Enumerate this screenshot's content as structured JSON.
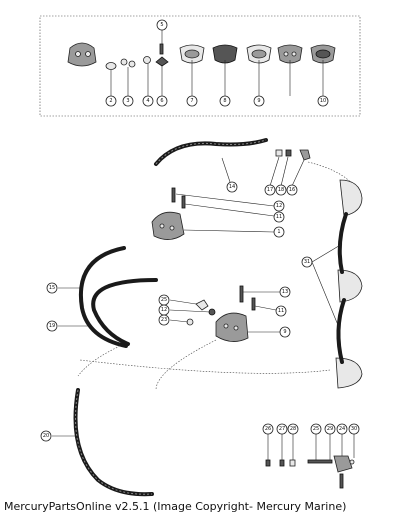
{
  "callouts": {
    "top_1": "5",
    "top_2": "2",
    "top_3": "3",
    "top_4": "4",
    "top_5": "6",
    "top_6": "7",
    "top_7": "8",
    "top_8": "9",
    "top_9": "10",
    "hose_upper": "14",
    "fit_a": "17",
    "fit_b": "18",
    "fit_c": "16",
    "screw_12": "12",
    "screw_11": "11",
    "body_1": "1",
    "hose_31": "31",
    "hose_15": "15",
    "hose_19": "19",
    "c25": "25",
    "c12": "12",
    "c23": "23",
    "r13": "13",
    "r11": "11",
    "body_9": "9",
    "hose_20": "20",
    "b26": "26",
    "b27": "27",
    "b28": "28",
    "b25": "25",
    "b29": "29",
    "b24": "24",
    "b30": "30"
  },
  "footer": {
    "copyright": "MercuryPartsOnline v2.5.1 (Image Copyright- Mercury Marine)"
  }
}
